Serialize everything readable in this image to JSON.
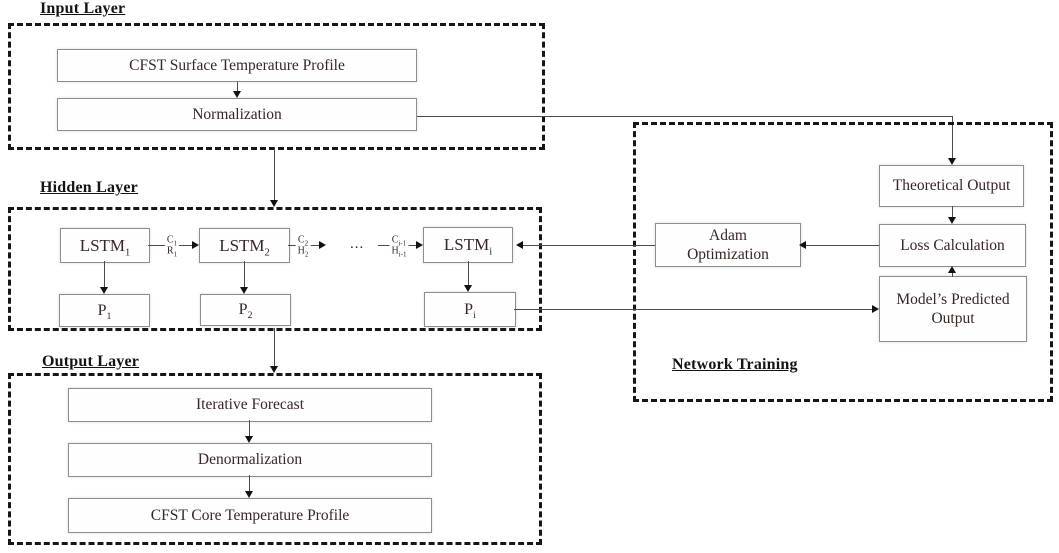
{
  "input_layer": {
    "title": "Input Layer",
    "boxes": {
      "surface": "CFST Surface Temperature Profile",
      "normalization": "Normalization"
    }
  },
  "hidden_layer": {
    "title": "Hidden Layer",
    "lstm": [
      {
        "base": "LSTM",
        "sub": "1"
      },
      {
        "base": "LSTM",
        "sub": "2"
      },
      {
        "base": "LSTM",
        "sub": "i"
      }
    ],
    "p": [
      {
        "base": "P",
        "sub": "1"
      },
      {
        "base": "P",
        "sub": "2"
      },
      {
        "base": "P",
        "sub": "i"
      }
    ],
    "links": [
      {
        "top": {
          "base": "C",
          "sub": "1"
        },
        "bottom": {
          "base": "R",
          "sub": "1"
        }
      },
      {
        "top": {
          "base": "C",
          "sub": "2"
        },
        "bottom": {
          "base": "H",
          "sub": "2"
        }
      },
      {
        "top": {
          "base": "C",
          "sub": "i-1"
        },
        "bottom": {
          "base": "H",
          "sub": "i-1"
        }
      }
    ],
    "ellipsis": "..."
  },
  "output_layer": {
    "title": "Output Layer",
    "boxes": {
      "iterative": "Iterative Forecast",
      "denormalization": "Denormalization",
      "core": "CFST Core Temperature Profile"
    }
  },
  "network_training": {
    "title": "Network Training",
    "boxes": {
      "theoretical": "Theoretical Output",
      "loss": "Loss Calculation",
      "adam": "Adam Optimization",
      "predicted": "Model’s Predicted Output"
    }
  },
  "colors": {
    "background": "#ffffff",
    "box_text": "#3a2525",
    "heading_text": "#141414",
    "box_border": "#8d8d8d",
    "dashed_border": "#161616",
    "connector_line": "#4a4a4a"
  }
}
